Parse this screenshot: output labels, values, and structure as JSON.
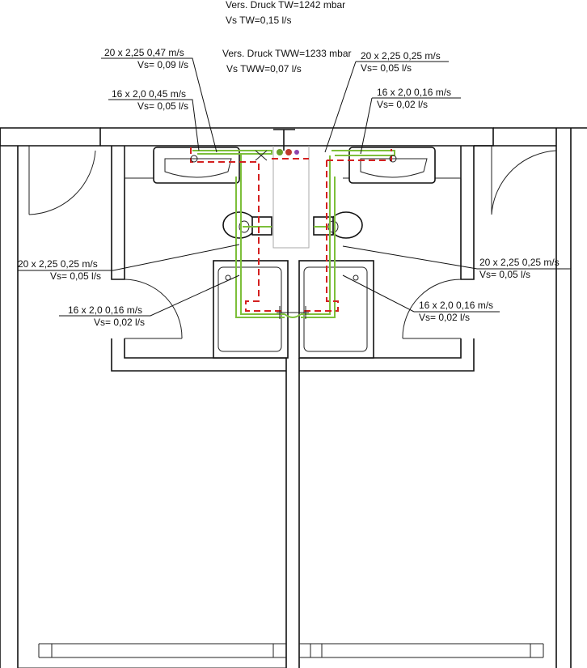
{
  "header": {
    "pressure_tw": "Vers. Druck TW=1242 mbar",
    "flow_tw": "Vs TW=0,15 l/s",
    "pressure_tww": "Vers. Druck TWW=1233 mbar",
    "flow_tww": "Vs TWW=0,07 l/s"
  },
  "labels": [
    {
      "id": "pipe-label-left-sink-main",
      "line1": "20 x 2,25 0,47 m/s",
      "line2": "Vs= 0,09 l/s"
    },
    {
      "id": "pipe-label-left-sink-branch",
      "line1": "16 x 2,0 0,45 m/s",
      "line2": "Vs= 0,05 l/s"
    },
    {
      "id": "pipe-label-right-sink-main",
      "line1": "20 x 2,25 0,25 m/s",
      "line2": "Vs= 0,05 l/s"
    },
    {
      "id": "pipe-label-right-sink-branch",
      "line1": "16 x 2,0 0,16 m/s",
      "line2": "Vs= 0,02 l/s"
    },
    {
      "id": "pipe-label-left-wc",
      "line1": "20 x 2,25 0,25 m/s",
      "line2": "Vs= 0,05 l/s"
    },
    {
      "id": "pipe-label-left-shower",
      "line1": "16 x 2,0 0,16 m/s",
      "line2": "Vs= 0,02 l/s"
    },
    {
      "id": "pipe-label-right-wc",
      "line1": "20 x 2,25 0,25 m/s",
      "line2": "Vs= 0,05 l/s"
    },
    {
      "id": "pipe-label-right-shower",
      "line1": "16 x 2,0 0,16 m/s",
      "line2": "Vs= 0,02 l/s"
    }
  ],
  "colors": {
    "cold_water": "#7dbf3a",
    "hot_water": "#d42020",
    "riser_cold": "#6a9f2a",
    "riser_hot": "#c0392b",
    "riser_circ": "#8e44ad"
  }
}
